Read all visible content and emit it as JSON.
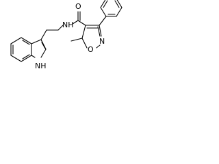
{
  "structure": {
    "atoms": {
      "indole_nh": "NH",
      "amide_nh": "NH",
      "carbonyl_o": "O",
      "isoxazole_o": "O",
      "isoxazole_n": "N"
    }
  },
  "colors": {
    "background": "#ffffff",
    "ink": "#000000"
  }
}
